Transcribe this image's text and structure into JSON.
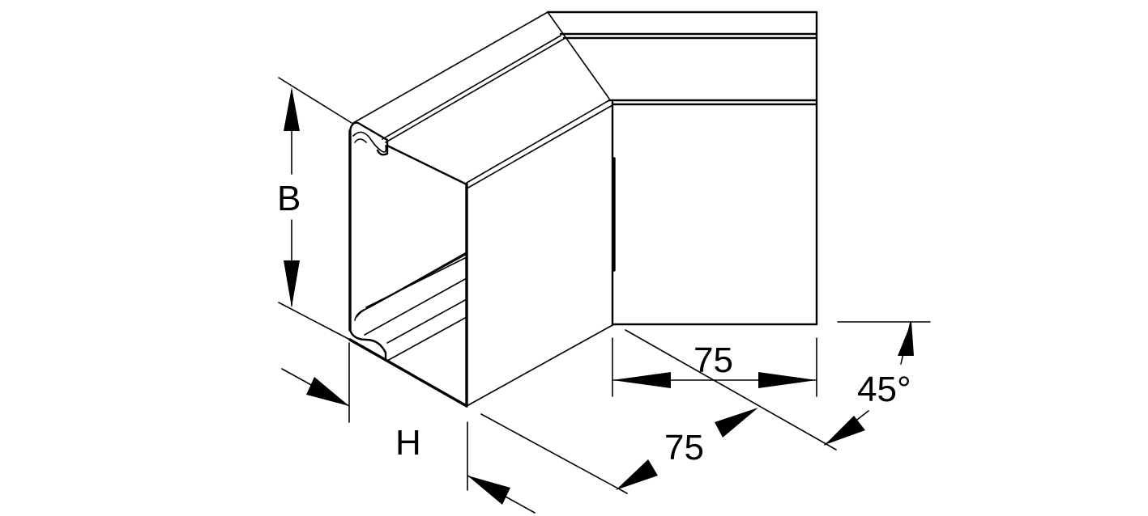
{
  "drawing": {
    "subject": "45° cable duct elbow (isometric)",
    "stroke_color": "#000000",
    "background": "#ffffff"
  },
  "dimensions": {
    "height_label": "B",
    "depth_label": "H",
    "leg_horizontal": "75",
    "leg_diagonal": "75",
    "angle": "45°"
  }
}
